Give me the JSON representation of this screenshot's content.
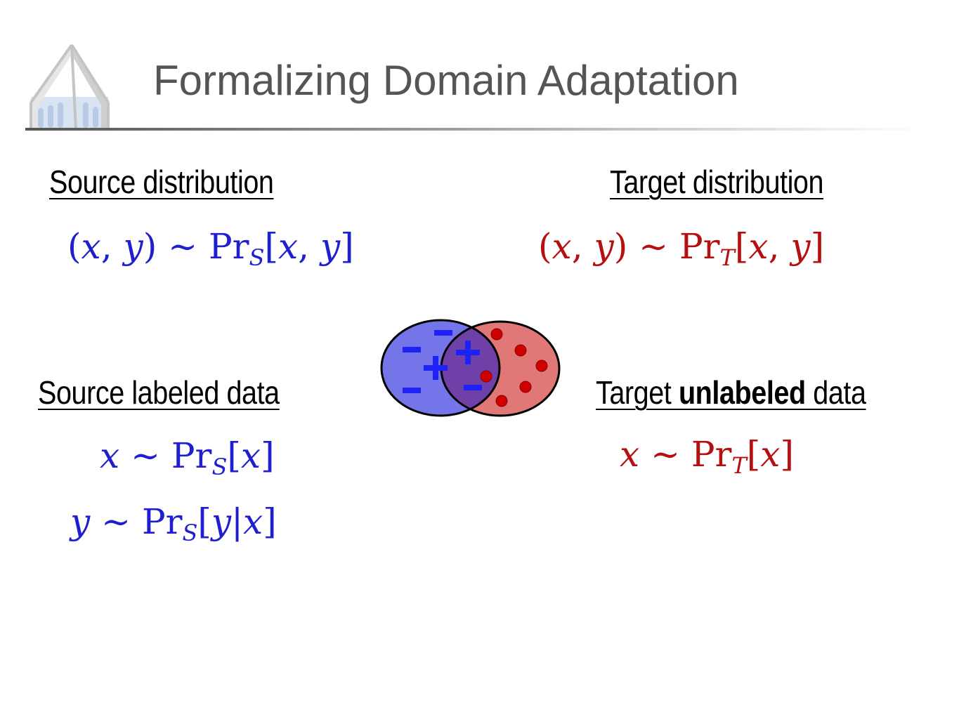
{
  "slide": {
    "title": "Formalizing Domain Adaptation",
    "source_distribution": {
      "heading": "Source distribution",
      "formula": {
        "open": "(",
        "x": "x",
        "comma": ", ",
        "y": "y",
        "close": ")",
        "sim": " ∼ ",
        "op": "Pr",
        "sub": "S",
        "arg_open": "[",
        "arg_x": "x",
        "arg_comma": ", ",
        "arg_y": "y",
        "arg_close": "]"
      }
    },
    "target_distribution": {
      "heading": "Target distribution",
      "formula": {
        "open": "(",
        "x": "x",
        "comma": ", ",
        "y": "y",
        "close": ")",
        "sim": " ∼ ",
        "op": "Pr",
        "sub": "T",
        "arg_open": "[",
        "arg_x": "x",
        "arg_comma": ", ",
        "arg_y": "y",
        "arg_close": "]"
      }
    },
    "source_labeled": {
      "heading": "Source labeled data",
      "formula_x": {
        "var": "x",
        "sim": " ∼ ",
        "op": "Pr",
        "sub": "S",
        "arg_open": "[",
        "arg": "x",
        "arg_close": "]"
      },
      "formula_y": {
        "var": "y",
        "sim": " ∼ ",
        "op": "Pr",
        "sub": "S",
        "arg_open": "[",
        "arg_y": "y",
        "bar": "|",
        "arg_x": "x",
        "arg_close": "]"
      }
    },
    "target_unlabeled": {
      "heading_pre": "Target ",
      "heading_bold": "unlabeled",
      "heading_post": " data",
      "formula": {
        "var": "x",
        "sim": " ∼ ",
        "op": "Pr",
        "sub": "T",
        "arg_open": "[",
        "arg": "x",
        "arg_close": "]"
      }
    },
    "venn": {
      "source_fill": "#7575ea",
      "target_fill": "#e07878",
      "overlap_fill": "#6f40a8",
      "plus_color": "#1e22f5",
      "dot_color": "#d10000",
      "labels": {
        "minus": "-",
        "plus": "+"
      }
    },
    "colors": {
      "title": "#555555",
      "source_math": "#1f1fd0",
      "target_math": "#b50f0f"
    },
    "icons": {
      "logo": "church-logo-icon"
    }
  }
}
